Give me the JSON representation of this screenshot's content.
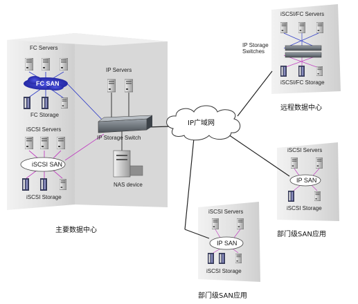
{
  "main_site": {
    "caption": "主要数据中心",
    "fc_servers": "FC Servers",
    "fc_san": "FC SAN",
    "fc_storage": "FC Storage",
    "ip_servers": "IP Servers",
    "ip_storage_switch": "IP Storage Switch",
    "iscsi_servers": "iSCSI Servers",
    "iscsi_san": "iSCSI SAN",
    "iscsi_storage": "iSCSI Storage",
    "nas_device": "NAS device"
  },
  "wan": {
    "label": "IP广域网"
  },
  "remote_site": {
    "caption": "远程数据中心",
    "servers": "iSCSI/FC Servers",
    "switches_line1": "IP Storage",
    "switches_line2": "Switches",
    "storage": "iSCSI/FC Storage"
  },
  "dept_right": {
    "caption": "部门级SAN应用",
    "servers": "iSCSI Servers",
    "san": "IP SAN",
    "storage": "iSCSI Storage"
  },
  "dept_bottom": {
    "caption": "部门级SAN应用",
    "servers": "iSCSI Servers",
    "san": "IP SAN",
    "storage": "iSCSI Storage"
  },
  "colors": {
    "building": "#e4e4e4",
    "building_side": "#c9c9c9",
    "fc_link": "#3340c8",
    "iscsi_link": "#c040c0",
    "fc_cloud": "#2a2fc0",
    "wan_link": "#222222"
  }
}
